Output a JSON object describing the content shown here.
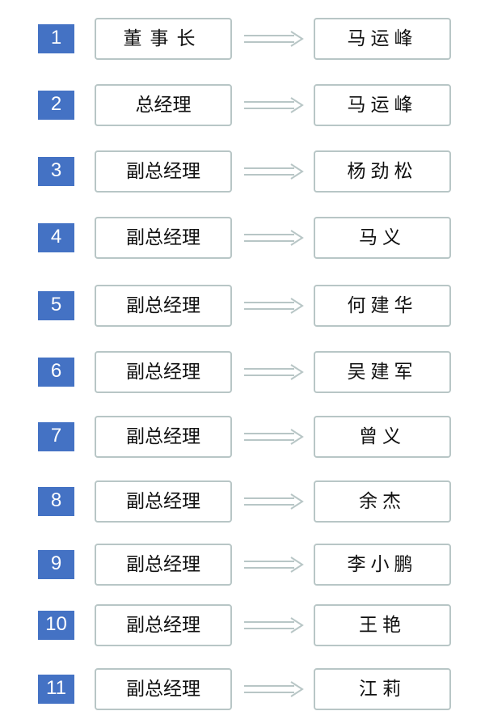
{
  "rows": [
    {
      "number": "1",
      "title": "董事长",
      "name": "马运峰"
    },
    {
      "number": "2",
      "title": "总经理",
      "name": "马运峰"
    },
    {
      "number": "3",
      "title": "副总经理",
      "name": "杨劲松"
    },
    {
      "number": "4",
      "title": "副总经理",
      "name": "马义"
    },
    {
      "number": "5",
      "title": "副总经理",
      "name": "何建华"
    },
    {
      "number": "6",
      "title": "副总经理",
      "name": "吴建军"
    },
    {
      "number": "7",
      "title": "副总经理",
      "name": "曾义"
    },
    {
      "number": "8",
      "title": "副总经理",
      "name": "余杰"
    },
    {
      "number": "9",
      "title": "副总经理",
      "name": "李小鹏"
    },
    {
      "number": "10",
      "title": "副总经理",
      "name": "王艳"
    },
    {
      "number": "11",
      "title": "副总经理",
      "name": "江莉"
    }
  ],
  "colors": {
    "number_badge": "#4472c4",
    "box_border": "#b8c6c6",
    "arrow": "#b8c6c6",
    "text": "#111111"
  },
  "icons": {
    "connector": "double-arrow-right-icon"
  }
}
